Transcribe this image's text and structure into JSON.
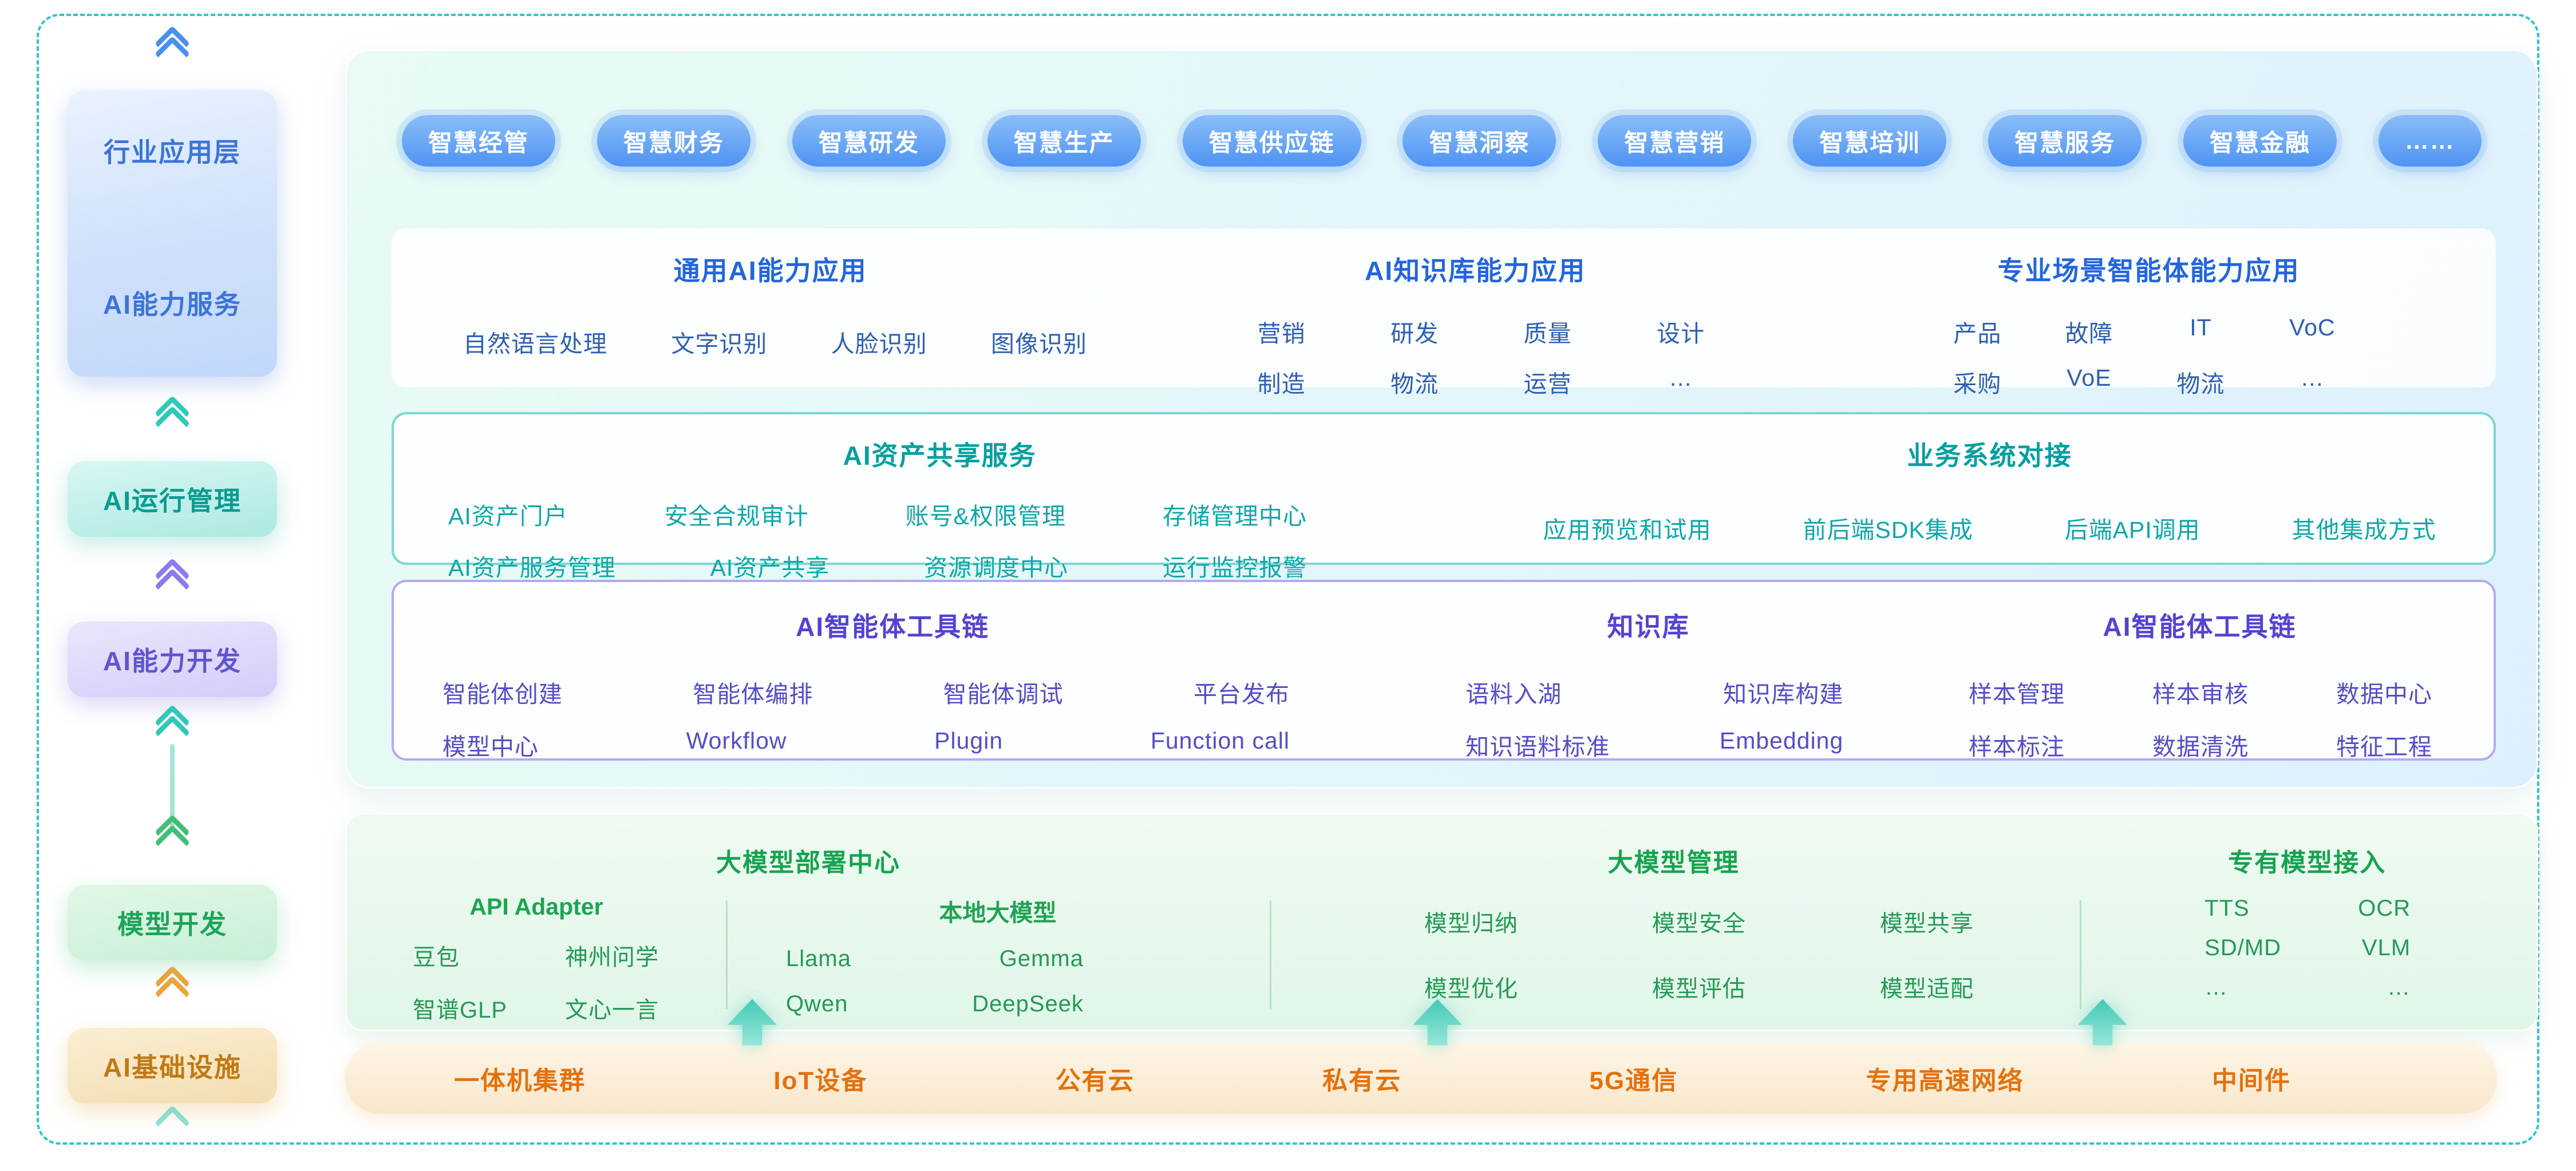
{
  "sidebar": {
    "industry_layer": "行业应用层",
    "ai_service_layer": "AI能力服务",
    "ai_ops_layer": "AI运行管理",
    "ai_dev_layer": "AI能力开发",
    "model_dev_layer": "模型开发",
    "infra_layer": "AI基础设施"
  },
  "industry_pills": [
    "智慧经管",
    "智慧财务",
    "智慧研发",
    "智慧生产",
    "智慧供应链",
    "智慧洞察",
    "智慧营销",
    "智慧培训",
    "智慧服务",
    "智慧金融",
    "……"
  ],
  "capability": {
    "general": {
      "title": "通用AI能力应用",
      "items": [
        "自然语言处理",
        "文字识别",
        "人脸识别",
        "图像识别"
      ]
    },
    "knowledge": {
      "title": "AI知识库能力应用",
      "rows": [
        [
          "营销",
          "研发",
          "质量",
          "设计"
        ],
        [
          "制造",
          "物流",
          "运营",
          "…"
        ]
      ]
    },
    "scene": {
      "title": "专业场景智能体能力应用",
      "rows": [
        [
          "产品",
          "故障",
          "IT",
          "VoC"
        ],
        [
          "采购",
          "VoE",
          "物流",
          "…"
        ]
      ]
    }
  },
  "assets": {
    "share": {
      "title": "AI资产共享服务",
      "rows": [
        [
          "AI资产门户",
          "安全合规审计",
          "账号&权限管理",
          "存储管理中心"
        ],
        [
          "AI资产服务管理",
          "AI资产共享",
          "资源调度中心",
          "运行监控报警"
        ]
      ]
    },
    "integration": {
      "title": "业务系统对接",
      "items": [
        "应用预览和试用",
        "前后端SDK集成",
        "后端API调用",
        "其他集成方式"
      ]
    }
  },
  "toolchain": {
    "agent": {
      "title": "AI智能体工具链",
      "rows": [
        [
          "智能体创建",
          "智能体编排",
          "智能体调试",
          "平台发布"
        ],
        [
          "模型中心",
          "Workflow",
          "Plugin",
          "Function call"
        ]
      ]
    },
    "kb": {
      "title": "知识库",
      "rows": [
        [
          "语料入湖",
          "知识库构建"
        ],
        [
          "知识语料标准",
          "Embedding"
        ]
      ]
    },
    "data": {
      "title": "AI智能体工具链",
      "rows": [
        [
          "样本管理",
          "样本审核",
          "数据中心"
        ],
        [
          "样本标注",
          "数据清洗",
          "特征工程"
        ]
      ]
    }
  },
  "models": {
    "deploy": {
      "title": "大模型部署中心",
      "api": {
        "title": "API Adapter",
        "rows": [
          [
            "豆包",
            "神州问学"
          ],
          [
            "智谱GLP",
            "文心一言"
          ]
        ]
      },
      "local": {
        "title": "本地大模型",
        "rows": [
          [
            "Llama",
            "Gemma"
          ],
          [
            "Qwen",
            "DeepSeek"
          ]
        ]
      }
    },
    "manage": {
      "title": "大模型管理",
      "rows": [
        [
          "模型归纳",
          "模型安全",
          "模型共享"
        ],
        [
          "模型优化",
          "模型评估",
          "模型适配"
        ]
      ]
    },
    "proprietary": {
      "title": "专有模型接入",
      "rows": [
        [
          "TTS",
          "OCR"
        ],
        [
          "SD/MD",
          "VLM"
        ],
        [
          "…",
          "…"
        ]
      ]
    }
  },
  "infrastructure": {
    "items": [
      "一体机集群",
      "IoT设备",
      "公有云",
      "私有云",
      "5G通信",
      "专用高速网络",
      "中间件"
    ]
  },
  "colors": {
    "frame_teal": "#2fc6c8",
    "pill_blue": "#4e93f3",
    "capability_blue": "#2465dd",
    "asset_teal": "#069f9f",
    "toolchain_purple": "#5443d2",
    "model_green": "#16a350",
    "infra_orange": "#e4710e"
  }
}
